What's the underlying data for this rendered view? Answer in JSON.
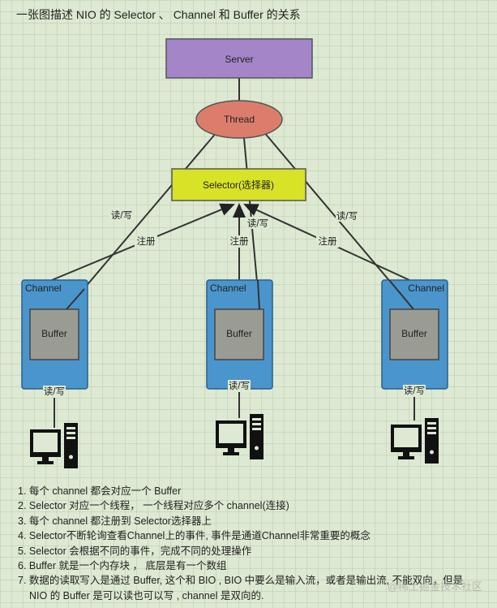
{
  "title": "一张图描述 NIO 的 Selector 、 Channel 和 Buffer 的关系",
  "diagram": {
    "server": "Server",
    "thread": "Thread",
    "selector": "Selector(选择器)",
    "channel_label": "Channel",
    "buffer_label": "Buffer",
    "read_write": "读/写",
    "register": "注册",
    "colors": {
      "server": "#a486c8",
      "thread": "#dc7d6c",
      "selector": "#d8e328",
      "channel": "#4b95cd",
      "buffer": "#9a9c93"
    }
  },
  "notes": [
    "1. 每个 channel 都会对应一个 Buffer",
    "2. Selector 对应一个线程， 一个线程对应多个 channel(连接)",
    "3. 每个 channel 都注册到 Selector选择器上",
    "4. Selector不断轮询查看Channel上的事件, 事件是通道Channel非常重要的概念",
    "5. Selector 会根据不同的事件，完成不同的处理操作",
    "6. Buffer 就是一个内存块 ， 底层是有一个数组",
    "7. 数据的读取写入是通过 Buffer, 这个和 BIO , BIO 中要么是输入流，或者是输出流, 不能双向，但是",
    "NIO 的 Buffer 是可以读也可以写 , channel 是双向的."
  ],
  "watermark": "@稀土掘金技术社区"
}
